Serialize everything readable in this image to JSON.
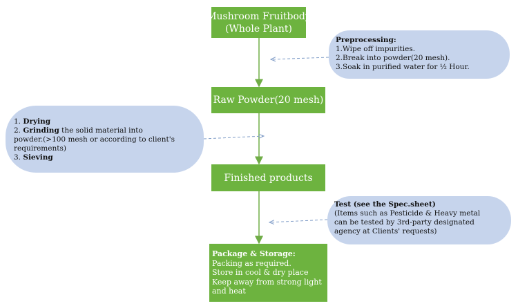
{
  "colors": {
    "box_fill": "#6db33f",
    "note_fill": "#c6d4ec",
    "arrow": "#70ad47",
    "dash": "#7f9cc7"
  },
  "boxes": {
    "fruitbody": {
      "line1": "Mushroom Fruitbody",
      "line2": "(Whole Plant)"
    },
    "raw_powder": {
      "label": "Raw Powder(20 mesh)"
    },
    "finished": {
      "label": "Finished products"
    },
    "package": {
      "title": "Package & Storage:",
      "lines": [
        "Packing as required.",
        "Store in cool & dry place",
        "Keep away from strong light",
        "and heat"
      ]
    }
  },
  "notes": {
    "preprocessing": {
      "title": "Preprocessing:",
      "lines": [
        "1.Wipe off impurities.",
        "2.Break into powder(20 mesh).",
        "3.Soak in purified water for ½ Hour."
      ]
    },
    "drying": {
      "item1_num": "1. ",
      "item1_bold": "Drying",
      "item2_num": "2. ",
      "item2_bold": "Grinding",
      "item2_rest": " the solid material into",
      "item2_line2": "powder.(>100 mesh or according to client's",
      "item2_line3": "requirements)",
      "item3_num": "3. ",
      "item3_bold": "Sieving"
    },
    "test": {
      "title": "Test (see the Spec.sheet)",
      "lines": [
        "(Items such as Pesticide & Heavy metal",
        "can be tested by 3rd-party designated",
        "agency at Clients' requests)"
      ]
    }
  }
}
